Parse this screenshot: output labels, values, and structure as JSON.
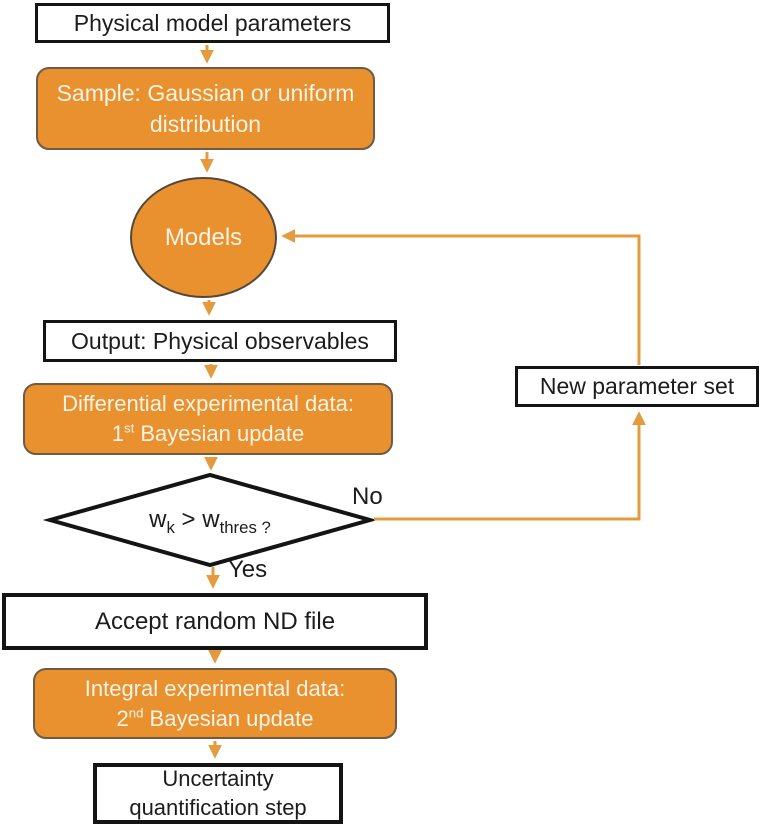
{
  "colors": {
    "node_fill_orange": "#E8912E",
    "arrow_orange": "#E49B3E",
    "node_border_black": "#141414",
    "orange_text": "#FBF3E6"
  },
  "nodes": {
    "physical": {
      "label": "Physical model parameters"
    },
    "sample": {
      "line1": "Sample: Gaussian or uniform",
      "line2": "distribution"
    },
    "models": {
      "label": "Models"
    },
    "output": {
      "label": "Output: Physical observables"
    },
    "differential": {
      "line1": "Differential experimental data:",
      "ordinal": "1",
      "ordinal_suffix": "st",
      "line2_rest": " Bayesian update"
    },
    "decision": {
      "var1_base": "w",
      "var1_sub": "k",
      "operator": " > ",
      "var2_base": "w",
      "var2_sub": "thres ?"
    },
    "accept": {
      "label": "Accept random ND file"
    },
    "integral": {
      "line1": "Integral experimental data:",
      "ordinal": "2",
      "ordinal_suffix": "nd",
      "line2_rest": " Bayesian update"
    },
    "uncertainty": {
      "line1": "Uncertainty",
      "line2": "quantification step"
    },
    "new_param": {
      "label": "New parameter set"
    }
  },
  "edges": {
    "no_label": "No",
    "yes_label": "Yes"
  }
}
